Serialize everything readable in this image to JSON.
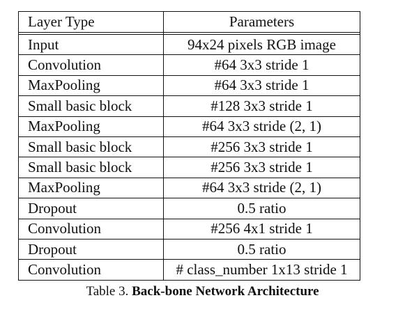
{
  "table": {
    "headers": [
      "Layer Type",
      "Parameters"
    ],
    "rows": [
      [
        "Input",
        "94x24 pixels RGB image"
      ],
      [
        "Convolution",
        "#64 3x3 stride 1"
      ],
      [
        "MaxPooling",
        "#64 3x3 stride 1"
      ],
      [
        "Small basic block",
        "#128 3x3 stride 1"
      ],
      [
        "MaxPooling",
        "#64 3x3 stride (2, 1)"
      ],
      [
        "Small basic block",
        "#256 3x3 stride 1"
      ],
      [
        "Small basic block",
        "#256 3x3 stride 1"
      ],
      [
        "MaxPooling",
        "#64 3x3 stride (2, 1)"
      ],
      [
        "Dropout",
        "0.5 ratio"
      ],
      [
        "Convolution",
        "#256 4x1 stride 1"
      ],
      [
        "Dropout",
        "0.5 ratio"
      ],
      [
        "Convolution",
        "# class_number 1x13 stride 1"
      ]
    ]
  },
  "caption": {
    "label": "Table 3.",
    "title": "Back-bone Network Architecture"
  }
}
